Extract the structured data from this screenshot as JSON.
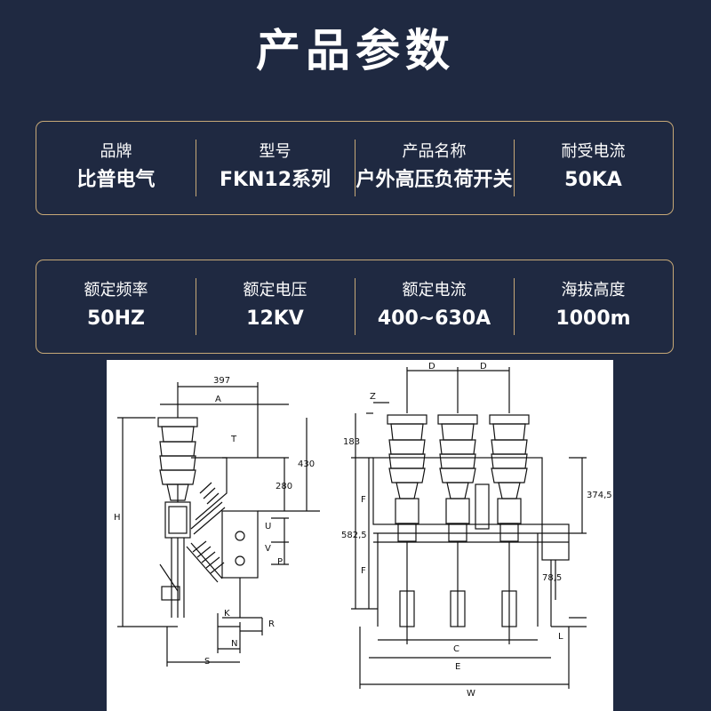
{
  "title": "产品参数",
  "params_row1": [
    {
      "label": "品牌",
      "value": "比普电气"
    },
    {
      "label": "型号",
      "value": "FKN12系列"
    },
    {
      "label": "产品名称",
      "value": "户外高压负荷开关"
    },
    {
      "label": "耐受电流",
      "value": "50KA"
    }
  ],
  "params_row2": [
    {
      "label": "额定频率",
      "value": "50HZ"
    },
    {
      "label": "额定电压",
      "value": "12KV"
    },
    {
      "label": "额定电流",
      "value": "400~630A"
    },
    {
      "label": "海拔高度",
      "value": "1000m"
    }
  ],
  "drawing": {
    "side_labels": {
      "A": "A",
      "T": "T",
      "H": "H",
      "U": "U",
      "V": "V",
      "P": "P",
      "K": "K",
      "R": "R",
      "N": "N",
      "S": "S",
      "top_dim": "397",
      "d430": "430",
      "d280": "280"
    },
    "front_labels": {
      "D1": "D",
      "D2": "D",
      "Z": "Z",
      "d183": "183",
      "F1": "F",
      "F2": "F",
      "d582": "582,5",
      "d374": "374,5",
      "d78": "78,5",
      "L": "L",
      "C": "C",
      "E": "E",
      "W": "W"
    }
  }
}
